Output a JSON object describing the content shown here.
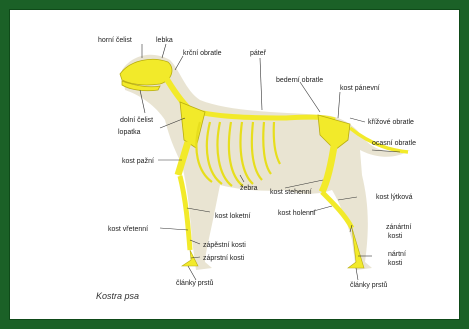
{
  "caption": "Kostra psa",
  "labels": {
    "horni_celist": "horní čelist",
    "lebka": "lebka",
    "krcni_obratle": "krční obratle",
    "pater": "páteř",
    "bederni_obratle": "bederní obratle",
    "kost_panevni": "kost pánevní",
    "dolni_celist": "dolní čelist",
    "krizove_obratle": "křížové obratle",
    "lopatka": "lopatka",
    "ocasni_obratle": "ocasní obratle",
    "kost_pazni": "kost pažní",
    "zebra": "žebra",
    "kost_stehenni": "kost stehenní",
    "kost_lytkova": "kost lýtková",
    "kost_loketni": "kost loketní",
    "kost_holenni": "kost holenní",
    "kost_vretenni": "kost vřetenní",
    "zanartni_kosti_1": "zánártní",
    "zanartni_kosti_2": "kosti",
    "zapestni_kosti": "zápěstní kosti",
    "zaprstni_kosti": "záprstní kosti",
    "nartni_kosti_1": "nártní",
    "nartni_kosti_2": "kosti",
    "clanky_prstu_front": "články prstů",
    "clanky_prstu_hind": "články prstů"
  },
  "colors": {
    "frame": "#1b6127",
    "bone": "#f2ea2a",
    "body": "#e7e2cf"
  }
}
